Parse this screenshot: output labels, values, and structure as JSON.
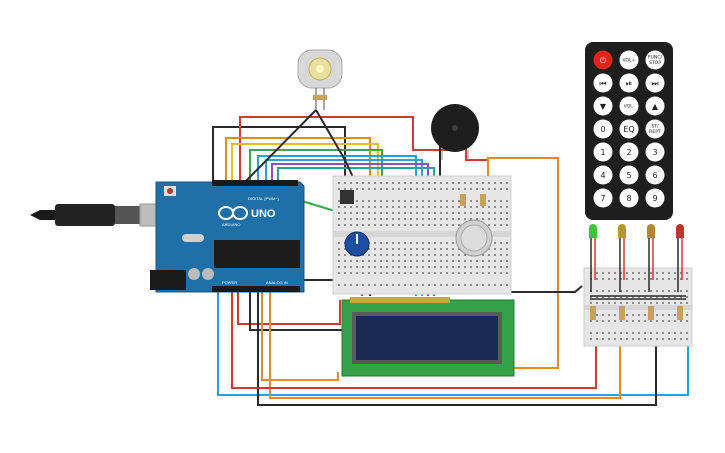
{
  "arduino": {
    "brand": "UNO",
    "sub_brand": "ARDUINO",
    "digital_label": "DIGITAL (PWM~)",
    "analog_label": "ANALOG IN",
    "power_label": "POWER"
  },
  "remote": {
    "buttons": [
      {
        "label": "⏻",
        "kind": "power"
      },
      {
        "label": "VOL+",
        "kind": "text"
      },
      {
        "label": "FUNC/ STOP",
        "kind": "text"
      },
      {
        "label": "⏮",
        "kind": "text"
      },
      {
        "label": "⏯",
        "kind": "text"
      },
      {
        "label": "⏭",
        "kind": "text"
      },
      {
        "label": "▼",
        "kind": "text"
      },
      {
        "label": "VOL-",
        "kind": "text"
      },
      {
        "label": "▲",
        "kind": "text"
      },
      {
        "label": "0",
        "kind": "text"
      },
      {
        "label": "EQ",
        "kind": "text"
      },
      {
        "label": "ST/ REPT",
        "kind": "text"
      },
      {
        "label": "1",
        "kind": "text"
      },
      {
        "label": "2",
        "kind": "text"
      },
      {
        "label": "3",
        "kind": "text"
      },
      {
        "label": "4",
        "kind": "text"
      },
      {
        "label": "5",
        "kind": "text"
      },
      {
        "label": "6",
        "kind": "text"
      },
      {
        "label": "7",
        "kind": "text"
      },
      {
        "label": "8",
        "kind": "text"
      },
      {
        "label": "9",
        "kind": "text"
      }
    ]
  },
  "leds": [
    {
      "color": "#3cc43c",
      "name": "green"
    },
    {
      "color": "#b8962e",
      "name": "yellow"
    },
    {
      "color": "#b8862e",
      "name": "amber"
    },
    {
      "color": "#c0322c",
      "name": "red"
    }
  ],
  "colors": {
    "arduino_blue": "#1f6fa8",
    "lcd_green": "#35a24a",
    "lcd_screen": "#1c2a56",
    "breadboard": "#e6e6e6",
    "wire_red": "#d13b2f",
    "wire_black": "#2a2a2a",
    "wire_orange": "#e58a1c",
    "wire_blue": "#2aa0d6",
    "wire_green": "#3aa845",
    "wire_yellow": "#e3c021",
    "wire_purple": "#8a4fc4"
  }
}
